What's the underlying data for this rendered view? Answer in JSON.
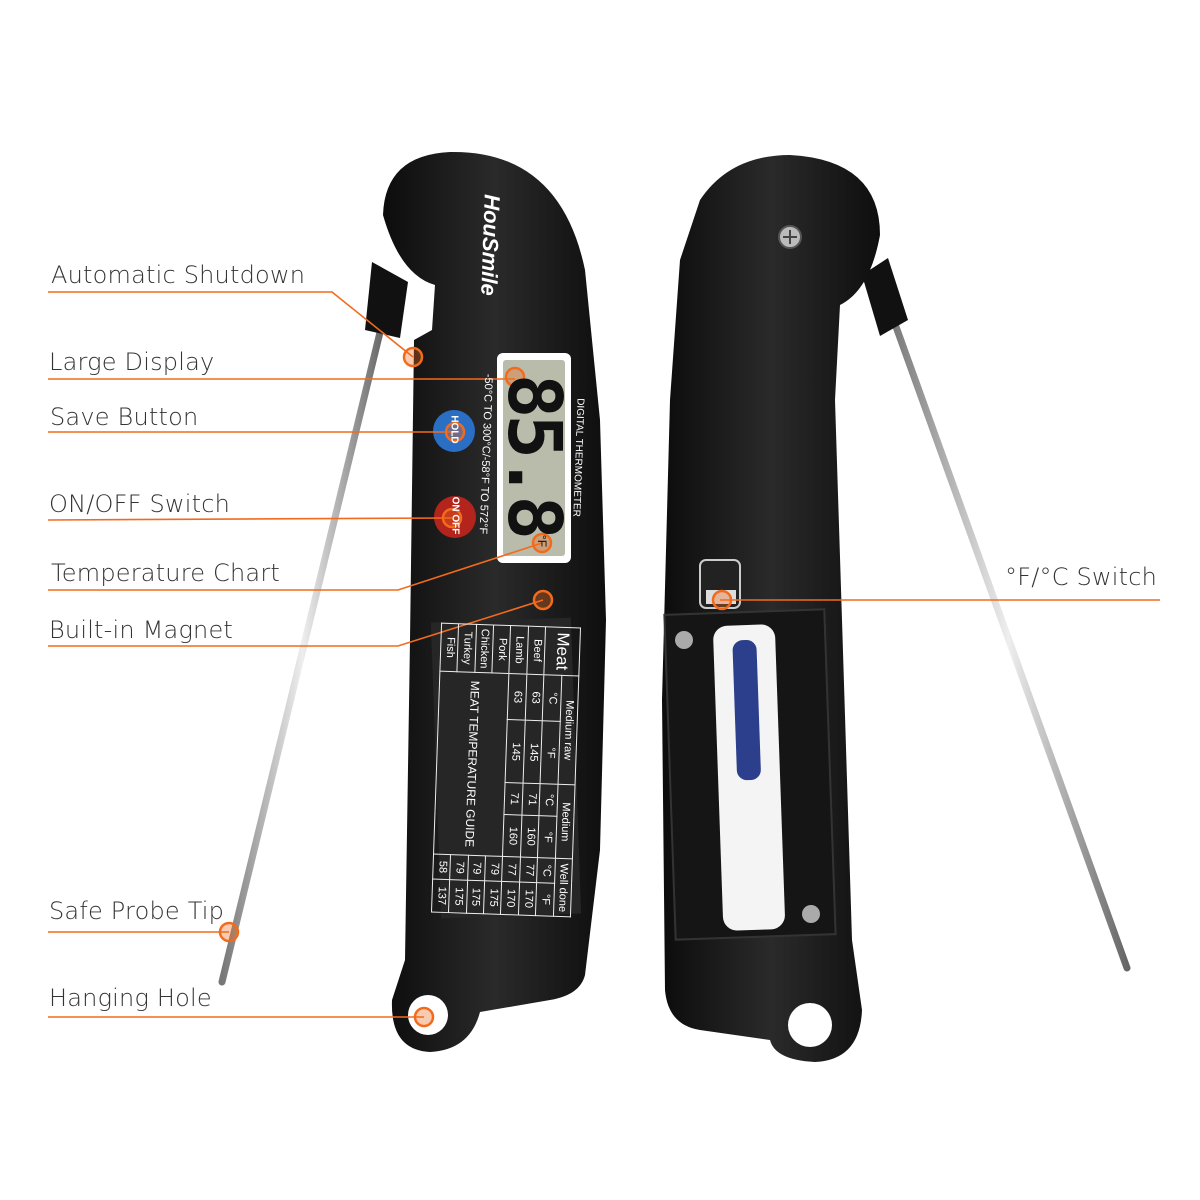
{
  "colors": {
    "accent": "#f26b1d",
    "body": "#1c1c1c",
    "lcd": "#b9bcab",
    "hold_button": "#2a6fc4",
    "power_button": "#b3241c"
  },
  "device": {
    "logo": "HouSmile",
    "model_text": "DIGITAL THERMOMETER",
    "range_text": "-50°C TO 300°C/-58°F TO 572°F",
    "display_value": "85.8",
    "display_unit": "°F",
    "hold_label": "HOLD",
    "power_label": "ON OFF",
    "guide_title": "MEAT TEMPERATURE GUIDE"
  },
  "temperature_table": {
    "meat_header": "Meat",
    "groups": [
      "Medium raw",
      "Medium",
      "Well done"
    ],
    "unit_c": "°C",
    "unit_f": "°F",
    "rows": [
      {
        "meat": "Beef",
        "values": [
          "63",
          "145",
          "71",
          "160",
          "77",
          "170"
        ]
      },
      {
        "meat": "Lamb",
        "values": [
          "63",
          "145",
          "71",
          "160",
          "77",
          "170"
        ]
      },
      {
        "meat": "Pork",
        "values": [
          "79",
          "175"
        ]
      },
      {
        "meat": "Chicken",
        "values": [
          "79",
          "175"
        ]
      },
      {
        "meat": "Turkey",
        "values": [
          "79",
          "175"
        ]
      },
      {
        "meat": "Fish",
        "values": [
          "58",
          "137"
        ]
      }
    ]
  },
  "callouts": {
    "auto_shutdown": "Automatic Shutdown",
    "large_display": "Large Display",
    "save_button": "Save Button",
    "on_off": "ON/OFF Switch",
    "temp_chart": "Temperature Chart",
    "magnet": "Built-in Magnet",
    "probe_tip": "Safe Probe Tip",
    "hanging_hole": "Hanging Hole",
    "unit_switch": "°F/°C Switch"
  }
}
